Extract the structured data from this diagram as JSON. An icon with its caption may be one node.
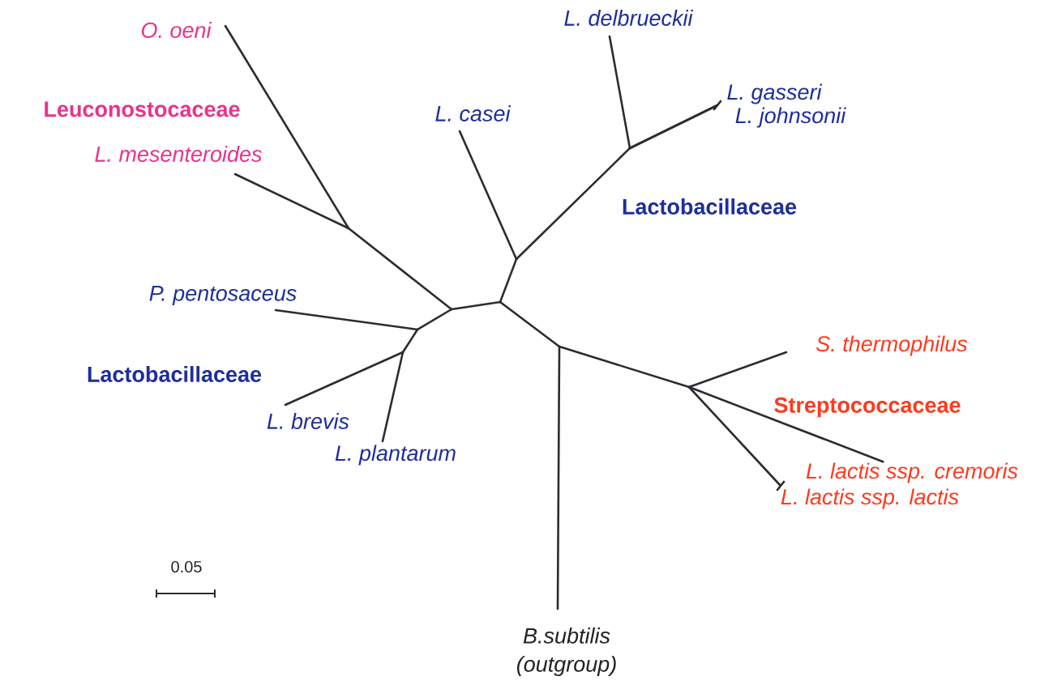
{
  "diagram": {
    "nodes": [
      {
        "text": [
          "O. oeni"
        ]
      },
      {
        "text": [
          "L. mesenteroides"
        ]
      },
      {
        "text": [
          "L. delbrueckii"
        ]
      },
      {
        "text": [
          "L. casei"
        ]
      },
      {
        "text": [
          "L. gasseri"
        ]
      },
      {
        "text": [
          "L. johnsonii"
        ]
      },
      {
        "text": [
          "P. pentosaceus"
        ]
      },
      {
        "text": [
          "L. brevis"
        ]
      },
      {
        "text": [
          "L. plantarum"
        ]
      },
      {
        "text": [
          "S. thermophilus"
        ]
      },
      {
        "text": [
          "L. lactis ssp. cremoris"
        ]
      },
      {
        "text": [
          "L. lactis ssp. lactis"
        ]
      },
      {
        "text": [
          "B.subtilis (outgroup)"
        ]
      },
      {
        "text": [],
        "shape": "point"
      },
      {
        "text": [],
        "shape": "point"
      },
      {
        "text": [],
        "shape": "point"
      },
      {
        "text": [],
        "shape": "point"
      },
      {
        "text": [],
        "shape": "point"
      },
      {
        "text": [],
        "shape": "point"
      },
      {
        "text": [],
        "shape": "point"
      },
      {
        "text": [],
        "shape": "point"
      },
      {
        "text": [],
        "shape": "point"
      }
    ],
    "edges": [
      {
        "from": 13,
        "to": 0,
        "arrow": "none"
      },
      {
        "from": 13,
        "to": 1,
        "arrow": "none"
      },
      {
        "from": 14,
        "to": 13,
        "arrow": "none"
      },
      {
        "from": 15,
        "to": 14,
        "arrow": "none"
      },
      {
        "from": 15,
        "to": 16,
        "arrow": "none"
      },
      {
        "from": 16,
        "to": 3,
        "arrow": "none"
      },
      {
        "from": 16,
        "to": 17,
        "arrow": "none"
      },
      {
        "from": 17,
        "to": 2,
        "arrow": "none"
      },
      {
        "from": 17,
        "to": 4,
        "arrow": "none"
      },
      {
        "from": 17,
        "to": 5,
        "arrow": "none"
      },
      {
        "from": 14,
        "to": 18,
        "arrow": "none"
      },
      {
        "from": 18,
        "to": 6,
        "arrow": "none"
      },
      {
        "from": 18,
        "to": 19,
        "arrow": "none"
      },
      {
        "from": 19,
        "to": 7,
        "arrow": "none"
      },
      {
        "from": 19,
        "to": 8,
        "arrow": "none"
      },
      {
        "from": 15,
        "to": 20,
        "arrow": "none"
      },
      {
        "from": 20,
        "to": 12,
        "arrow": "none"
      },
      {
        "from": 20,
        "to": 21,
        "arrow": "none"
      },
      {
        "from": 21,
        "to": 9,
        "arrow": "none"
      },
      {
        "from": 21,
        "to": 10,
        "arrow": "none"
      },
      {
        "from": 21,
        "to": 11,
        "arrow": "none"
      }
    ],
    "labels": [
      "Leuconostocaceae",
      "Lactobacillaceae",
      "Lactobacillaceae",
      "Streptococcaceae",
      "0.05"
    ]
  }
}
